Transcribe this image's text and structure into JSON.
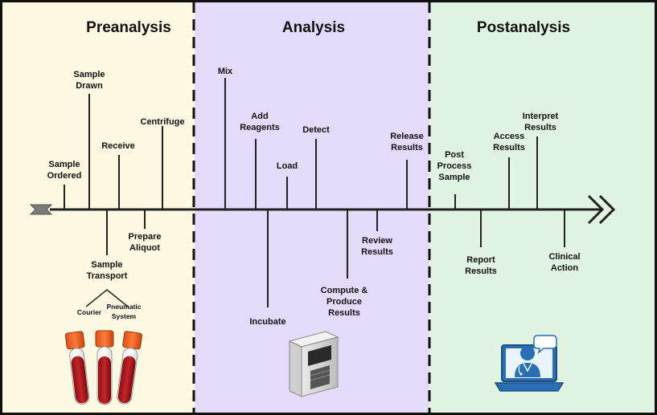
{
  "phases": {
    "pre": {
      "title": "Preanalysis",
      "bg": "#fdf8e1"
    },
    "ana": {
      "title": "Analysis",
      "bg": "#e4dbfb"
    },
    "post": {
      "title": "Postanalysis",
      "bg": "#e1f3e1"
    }
  },
  "colors": {
    "line": "#222222",
    "frame": "#111111"
  },
  "steps": [
    {
      "key": "sample-ordered",
      "lines": [
        "Sample",
        "Ordered"
      ]
    },
    {
      "key": "sample-drawn",
      "lines": [
        "Sample",
        "Drawn"
      ]
    },
    {
      "key": "sample-transport",
      "lines": [
        "Sample",
        "Transport"
      ]
    },
    {
      "key": "receive",
      "lines": [
        "Receive"
      ]
    },
    {
      "key": "prepare-aliquot",
      "lines": [
        "Prepare",
        "Aliquot"
      ]
    },
    {
      "key": "centrifuge",
      "lines": [
        "Centrifuge"
      ]
    },
    {
      "key": "mix",
      "lines": [
        "Mix"
      ]
    },
    {
      "key": "add-reagents",
      "lines": [
        "Add",
        "Reagents"
      ]
    },
    {
      "key": "incubate",
      "lines": [
        "Incubate"
      ]
    },
    {
      "key": "load",
      "lines": [
        "Load"
      ]
    },
    {
      "key": "detect",
      "lines": [
        "Detect"
      ]
    },
    {
      "key": "compute-produce-results",
      "lines": [
        "Compute &",
        "Produce",
        "Results"
      ]
    },
    {
      "key": "review-results",
      "lines": [
        "Review",
        "Results"
      ]
    },
    {
      "key": "release-results",
      "lines": [
        "Release",
        "Results"
      ]
    },
    {
      "key": "post-process-sample",
      "lines": [
        "Post",
        "Process",
        "Sample"
      ]
    },
    {
      "key": "report-results",
      "lines": [
        "Report",
        "Results"
      ]
    },
    {
      "key": "access-results",
      "lines": [
        "Access",
        "Results"
      ]
    },
    {
      "key": "interpret-results",
      "lines": [
        "Interpret",
        "Results"
      ]
    },
    {
      "key": "clinical-action",
      "lines": [
        "Clinical",
        "Action"
      ]
    }
  ],
  "transport_options": {
    "courier": [
      "Courier"
    ],
    "pneumatic": [
      "Pneumatic",
      "System"
    ]
  },
  "icons": {
    "pre": "blood-tubes-icon",
    "ana": "lab-analyzer-icon",
    "post": "telehealth-laptop-icon"
  }
}
